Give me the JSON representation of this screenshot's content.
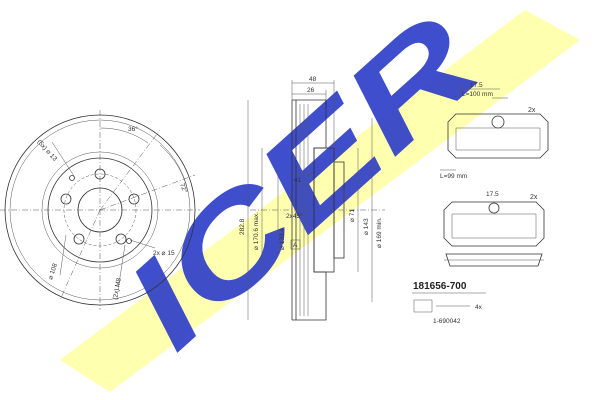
{
  "brand": {
    "logo_text": "ICER",
    "banner_color": "#ffffb0",
    "logo_color": "#2f3fc8"
  },
  "disc_front": {
    "angle_label": "36°",
    "angle2_label": "72°",
    "hole_label": "(5x) ⌀ 13",
    "bolt_circle_label": "⌀ 108",
    "small_holes_label": "(2x) M8",
    "small_hole_dia_label": "2x ⌀ 15"
  },
  "disc_section": {
    "width_total": "48",
    "width_inner": "26",
    "dim_41": "41",
    "chamfer": "2x45°",
    "dia_133": "⌀ 133.4",
    "dia_71": "⌀ 71",
    "dia_143": "⌀ 143",
    "dia_170": "⌀ 170.6 max.",
    "dia_169": "⌀ 169 min.",
    "dia_282": "282.8",
    "datum": "A"
  },
  "pads": {
    "qty_top": "2x",
    "qty_bottom": "2x",
    "top_width": "L=100 mm",
    "top_dim": "17.5",
    "bottom_width": "L=99 mm",
    "bottom_dim": "17.5"
  },
  "kit": {
    "part_number": "181656-700",
    "accessory_qty": "4x",
    "accessory_code": "1-690042"
  }
}
